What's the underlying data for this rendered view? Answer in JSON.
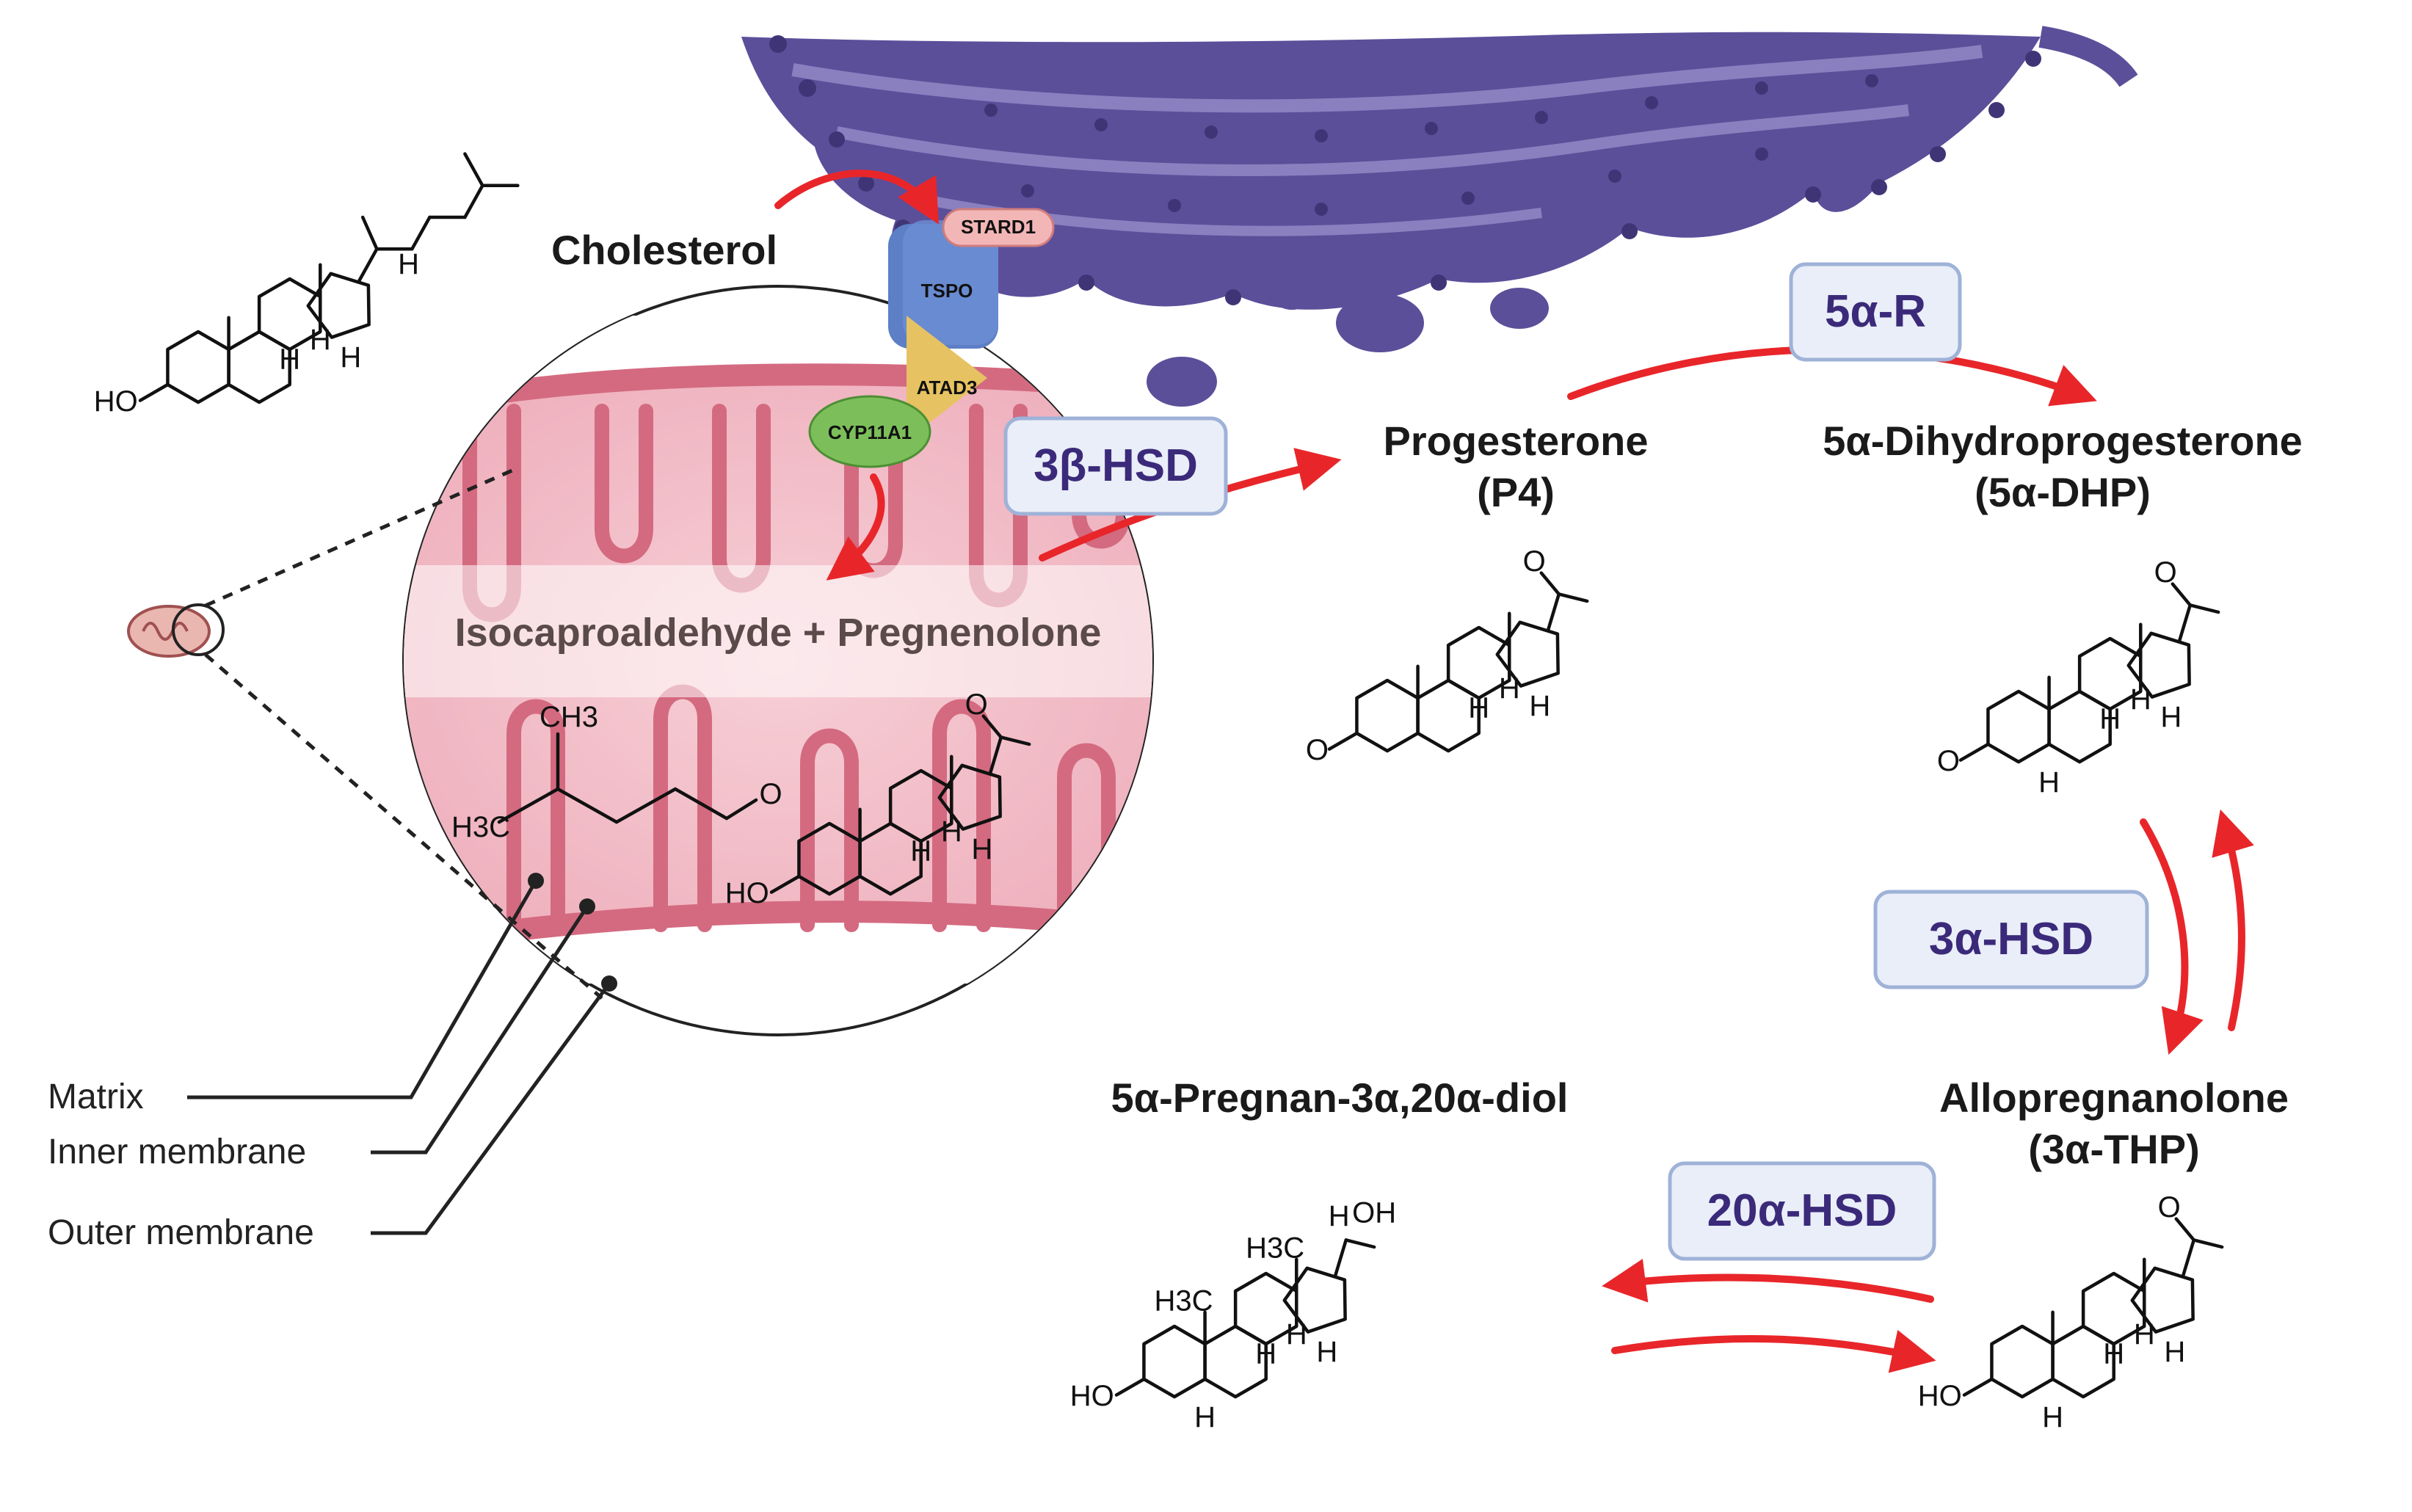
{
  "molecules": {
    "cholesterol": "Cholesterol",
    "progesterone": "Progesterone",
    "progesterone_abbr": "(P4)",
    "dhp": "5α-Dihydroprogesterone",
    "dhp_abbr": "(5α-DHP)",
    "allo": "Allopregnanolone",
    "allo_abbr": "(3α-THP)",
    "diol": "5α-Pregnan-3α,20α-diol",
    "iso_preg": "Isocaproaldehyde + Pregnenolone"
  },
  "enzymes": {
    "hsd3b": "3β-HSD",
    "r5a": "5α-R",
    "hsd3a": "3α-HSD",
    "hsd20a": "20α-HSD"
  },
  "proteins": {
    "stard1": "STARD1",
    "tspo": "TSPO",
    "atad3": "ATAD3",
    "cyp11a1": "CYP11A1"
  },
  "mito_labels": {
    "matrix": "Matrix",
    "inner": "Inner membrane",
    "outer": "Outer membrane"
  },
  "atoms": {
    "HO": "HO",
    "O": "O",
    "H": "H",
    "OH": "OH",
    "H3C": "H3C",
    "CH3": "CH3"
  },
  "colors": {
    "er": "#5b4f9a",
    "mito": "#f3bfc8",
    "mito_membrane": "#d46a80",
    "arrow": "#e8262a",
    "enzyme_text": "#3b2a7a"
  }
}
